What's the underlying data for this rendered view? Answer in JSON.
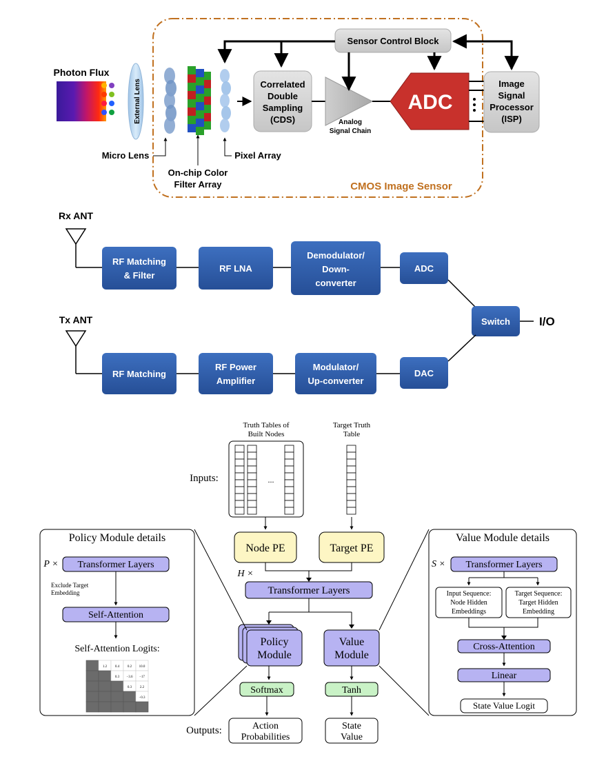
{
  "cmos": {
    "photon_flux": "Photon Flux",
    "external_lens": "External Lens",
    "micro_lens": "Micro Lens",
    "cfa_line1": "On-chip Color",
    "cfa_line2": "Filter Array",
    "pixel_array": "Pixel Array",
    "cds_line1": "Correlated",
    "cds_line2": "Double",
    "cds_line3": "Sampling",
    "cds_line4": "(CDS)",
    "analog_line1": "Analog",
    "analog_line2": "Signal Chain",
    "adc": "ADC",
    "sensor_control": "Sensor Control Block",
    "isp_line1": "Image",
    "isp_line2": "Signal",
    "isp_line3": "Processor",
    "isp_line4": "(ISP)",
    "sensor_label": "CMOS Image Sensor",
    "colors": {
      "box": "#d4d4d4",
      "adc": "#c8312c",
      "border": "#c0701f"
    }
  },
  "rf": {
    "rx_ant": "Rx ANT",
    "tx_ant": "Tx ANT",
    "rx_match_1": "RF Matching",
    "rx_match_2": "& Filter",
    "rf_lna": "RF LNA",
    "demod_1": "Demodulator/",
    "demod_2": "Down-",
    "demod_3": "converter",
    "adc": "ADC",
    "switch": "Switch",
    "io": "I/O",
    "tx_match": "RF Matching",
    "pa_1": "RF Power",
    "pa_2": "Amplifier",
    "mod_1": "Modulator/",
    "mod_2": "Up-converter",
    "dac": "DAC",
    "colors": {
      "block": "#2f5da8"
    }
  },
  "nn": {
    "truth_tables_1": "Truth Tables of",
    "truth_tables_2": "Built Nodes",
    "target_truth_1": "Target Truth",
    "target_truth_2": "Table",
    "inputs": "Inputs:",
    "ellipsis": "...",
    "node_pe": "Node PE",
    "target_pe": "Target PE",
    "h_times": "H ×",
    "transformer_layers": "Transformer Layers",
    "policy_module_1": "Policy",
    "policy_module_2": "Module",
    "value_module_1": "Value",
    "value_module_2": "Module",
    "softmax": "Softmax",
    "tanh": "Tanh",
    "outputs": "Outputs:",
    "action_prob_1": "Action",
    "action_prob_2": "Probabilities",
    "state_value_1": "State",
    "state_value_2": "Value",
    "policy_details": {
      "title": "Policy Module details",
      "p_times": "P ×",
      "transformer_layers": "Transformer Layers",
      "exclude_1": "Exclude Target",
      "exclude_2": "Embedding",
      "self_attention": "Self-Attention",
      "logits_label": "Self-Attention Logits:",
      "matrix_values": [
        "1.2",
        "0.4",
        "0.2",
        "10.0",
        "0.3",
        "−3.6",
        "−17",
        "0.3",
        "2.2",
        "−0.3"
      ]
    },
    "value_details": {
      "title": "Value Module details",
      "s_times": "S ×",
      "transformer_layers": "Transformer Layers",
      "input_seq_1": "Input Sequence:",
      "input_seq_2": "Node Hidden",
      "input_seq_3": "Embeddings",
      "target_seq_1": "Target Sequence:",
      "target_seq_2": "Target Hidden",
      "target_seq_3": "Embedding",
      "cross_attention": "Cross-Attention",
      "linear": "Linear",
      "state_value_logit": "State Value Logit"
    },
    "colors": {
      "purple": "#b7b3f2",
      "yellow": "#fdf6c4",
      "green": "#c9f2c6"
    }
  }
}
